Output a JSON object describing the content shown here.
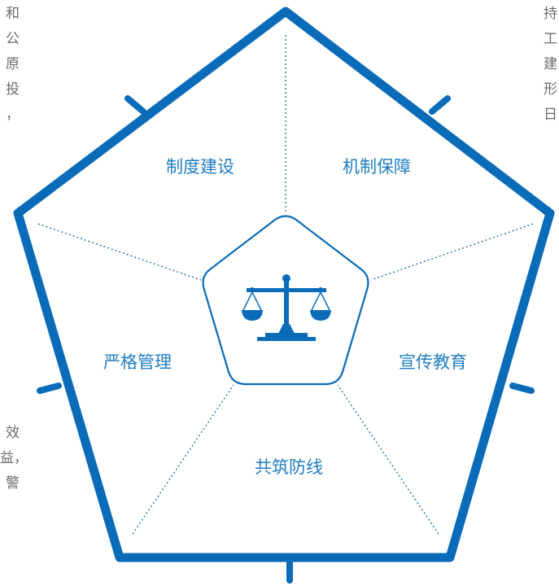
{
  "left_text_top": [
    "和",
    "公",
    "原",
    "投",
    "，"
  ],
  "left_text_bottom": [
    "效",
    "益，",
    "警"
  ],
  "right_text_top": [
    "持",
    "工",
    "建",
    "形",
    "日"
  ],
  "segments": {
    "top_left": "制度建设",
    "top_right": "机制保障",
    "right": "宣传教育",
    "bottom": "共筑防线",
    "left": "严格管理"
  },
  "center_icon": "scales-of-justice-icon",
  "colors": {
    "primary": "#0a6bb8",
    "label": "#1f7dc2",
    "body_text": "#6b6b6b"
  }
}
